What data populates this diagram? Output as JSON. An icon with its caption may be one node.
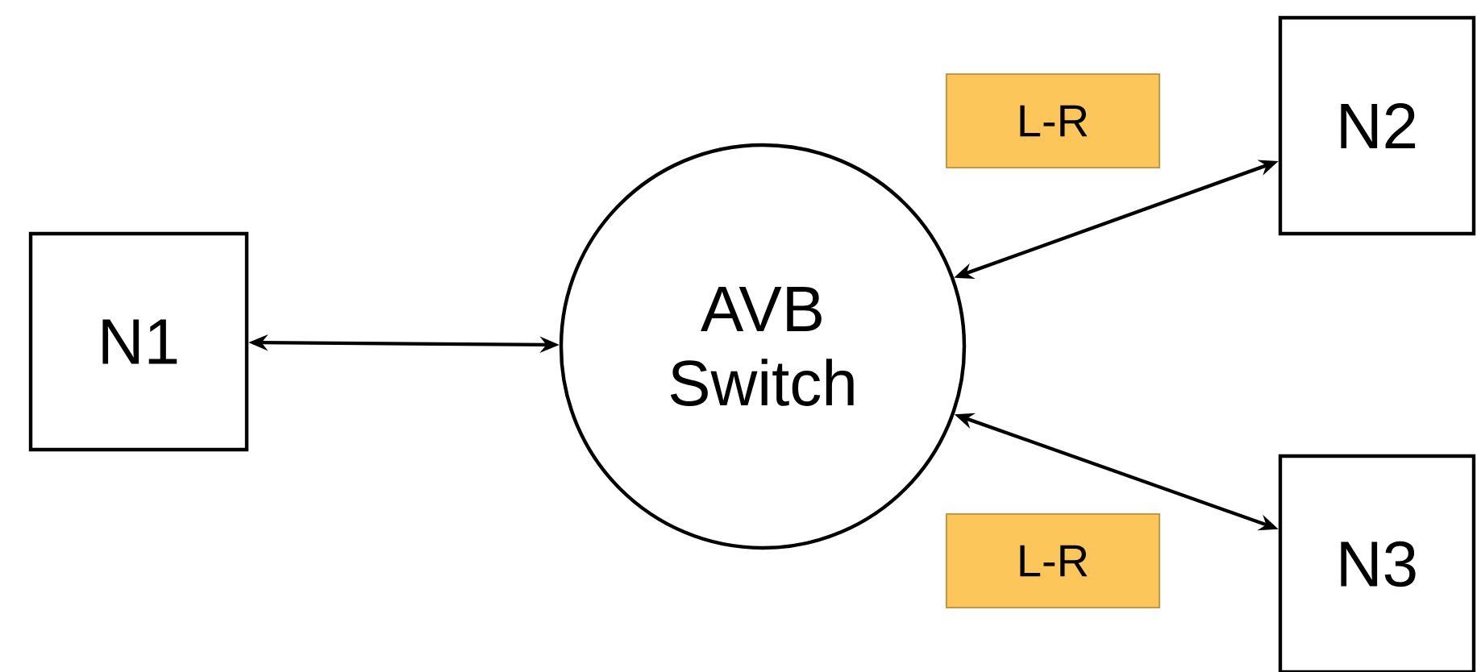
{
  "diagram": {
    "nodes": [
      {
        "text": [
          "N1"
        ]
      },
      {
        "text": [
          "AVB Switch"
        ]
      },
      {
        "text": [
          "L-R"
        ]
      },
      {
        "text": [
          "N2"
        ]
      },
      {
        "text": [
          "L-R"
        ]
      },
      {
        "text": [
          "N3"
        ]
      }
    ],
    "edges": [
      {
        "from": 0,
        "to": 1,
        "arrow": "both"
      },
      {
        "from": 1,
        "to": 3,
        "arrow": "both"
      },
      {
        "from": 1,
        "to": 5,
        "arrow": "both"
      }
    ]
  }
}
